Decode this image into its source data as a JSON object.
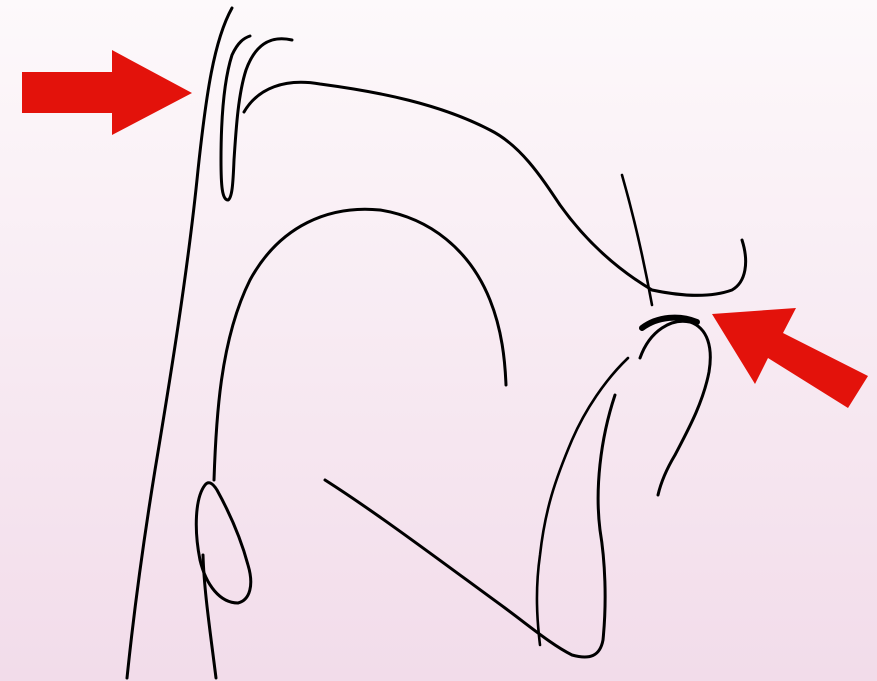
{
  "diagram": {
    "line_color": "#000000",
    "arrow_color": "#e3120b",
    "background_top": "#fdf9fb",
    "background_bottom": "#f2dcea",
    "arrows": [
      {
        "name": "posterior-pharyngeal-wall-arrow",
        "direction": "right"
      },
      {
        "name": "lips-contact-arrow",
        "direction": "up-left"
      }
    ]
  }
}
